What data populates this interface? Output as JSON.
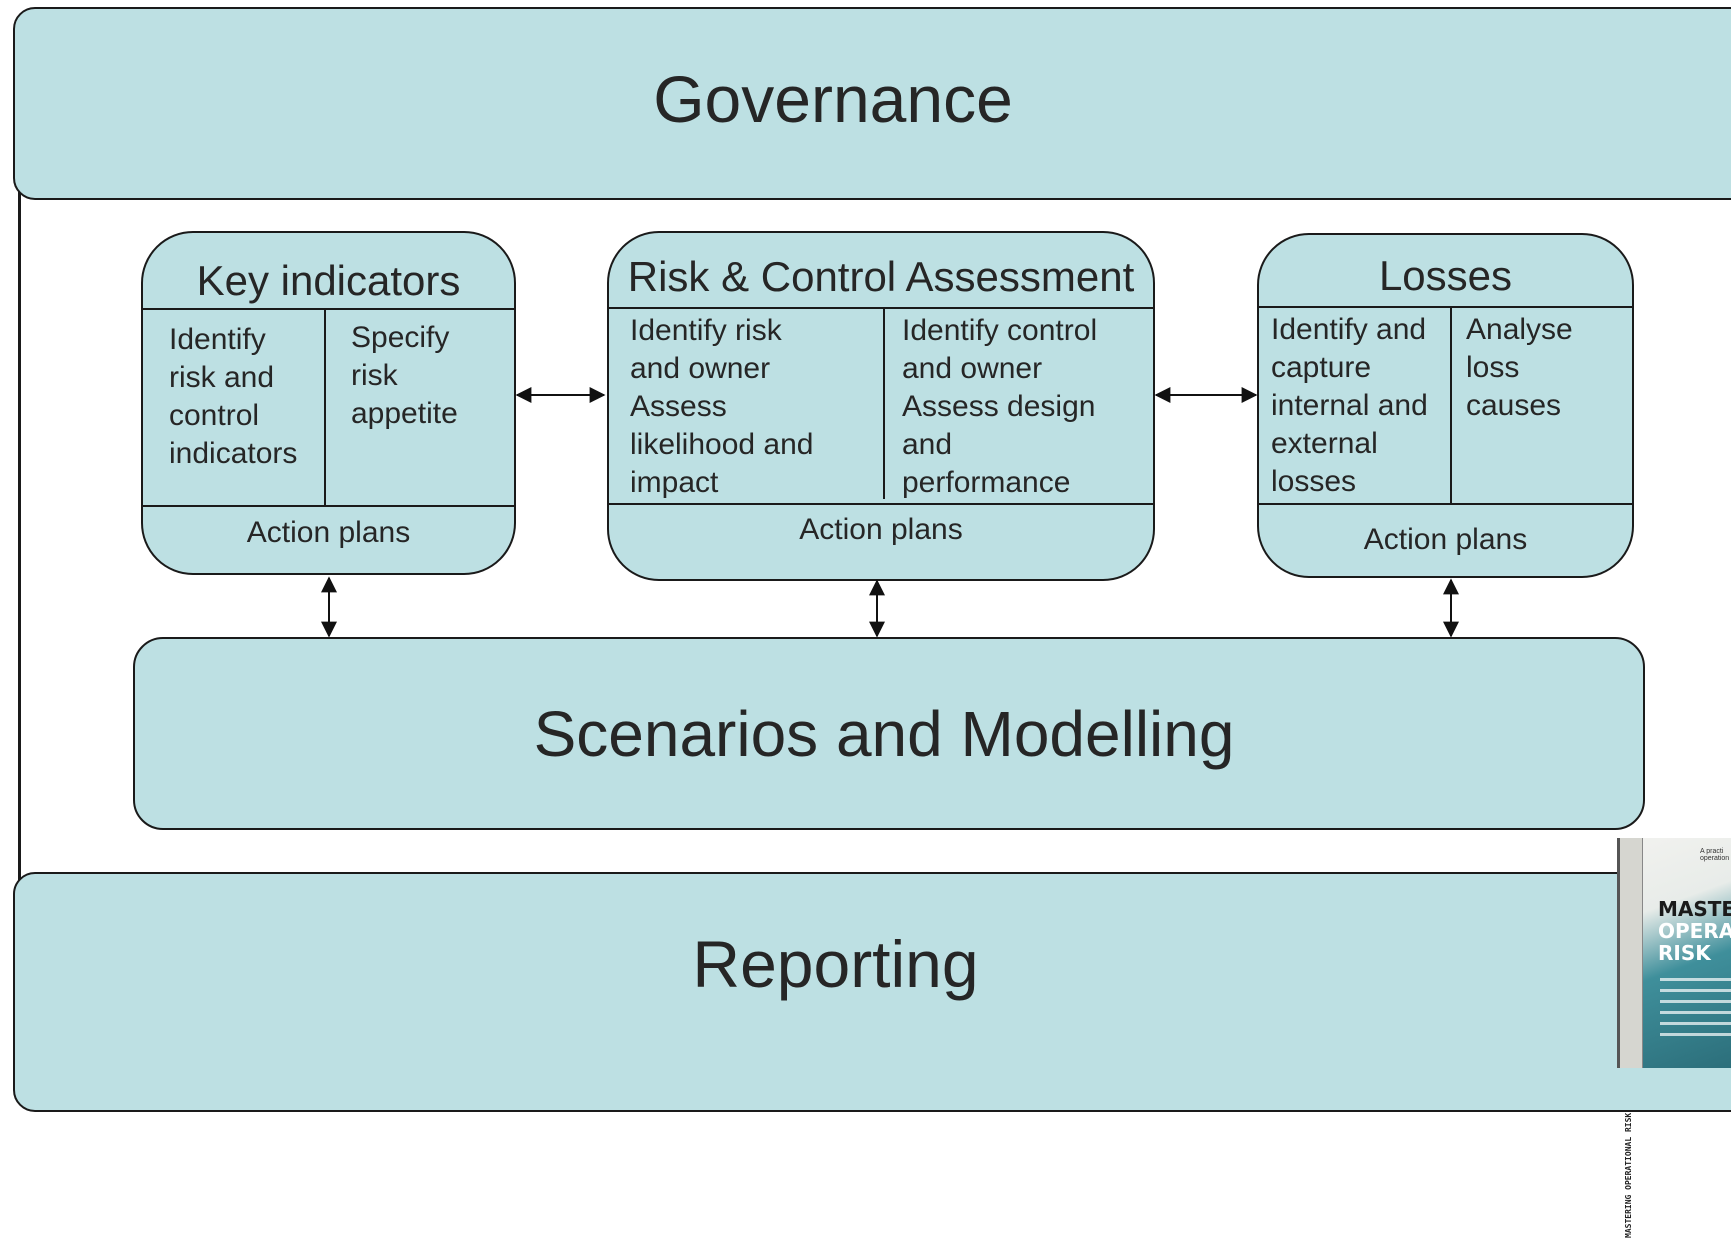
{
  "governance": {
    "label": "Governance"
  },
  "key_indicators": {
    "title": "Key indicators",
    "left_cell": "Identify\nrisk and\ncontrol\nindicators",
    "right_cell": "Specify\nrisk\nappetite",
    "action": "Action plans"
  },
  "risk_control_assessment": {
    "title": "Risk & Control Assessment",
    "left_cell": "Identify risk\nand owner\nAssess\nlikelihood and\nimpact",
    "right_cell": "Identify control\nand owner\nAssess design\nand\nperformance",
    "action": "Action plans"
  },
  "losses": {
    "title": "Losses",
    "left_cell": "Identify and\ncapture\ninternal and\nexternal\nlosses",
    "right_cell": "Analyse\nloss\ncauses",
    "action": "Action plans"
  },
  "scenarios": {
    "label": "Scenarios and Modelling"
  },
  "reporting": {
    "label": "Reporting"
  },
  "book": {
    "spine_text": "MASTERING OPERATIONAL RISK",
    "title_lines": [
      "MASTER",
      "OPERATI",
      "RISK"
    ],
    "tagline": "A practi operation"
  },
  "colors": {
    "box_fill": "#bde0e3",
    "stroke": "#1a1a1a",
    "text": "#262626"
  }
}
